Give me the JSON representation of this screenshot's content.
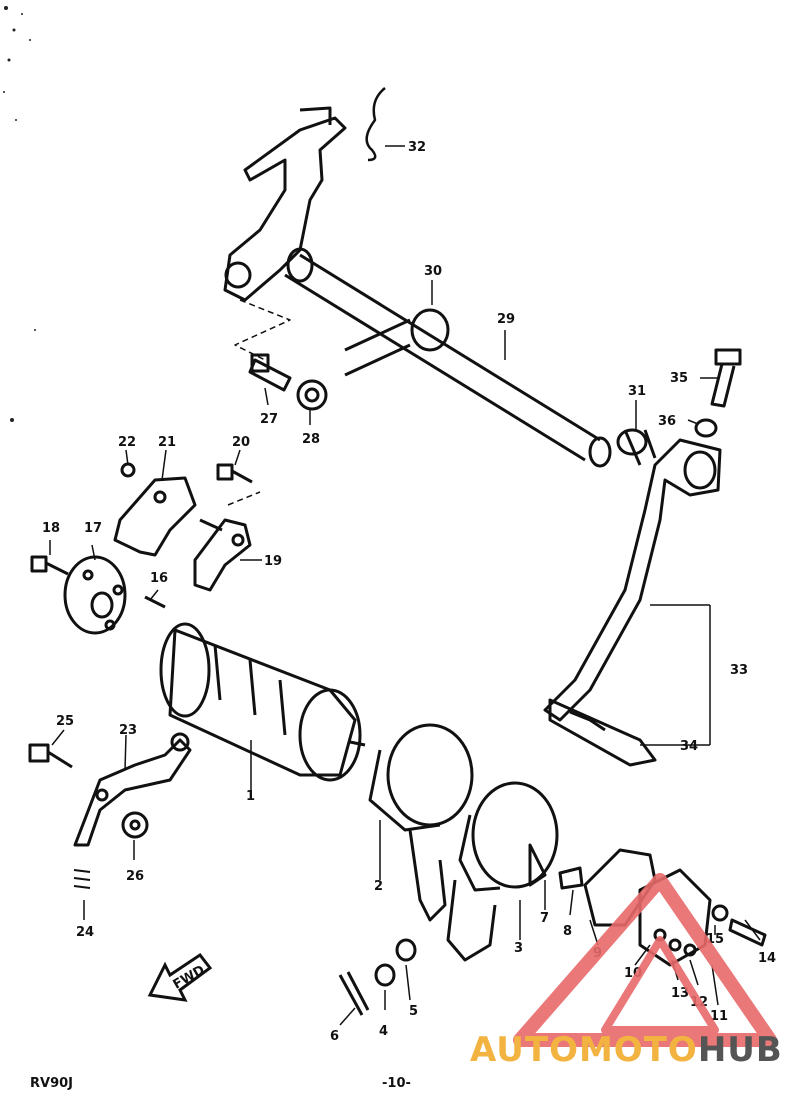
{
  "header_text": "",
  "parts": [
    "1",
    "2",
    "3",
    "4",
    "5",
    "6",
    "7",
    "8",
    "9",
    "10",
    "11",
    "12",
    "13",
    "14",
    "15",
    "16",
    "17",
    "18",
    "19",
    "20",
    "21",
    "22",
    "23",
    "24",
    "25",
    "26",
    "27",
    "28",
    "29",
    "30",
    "31",
    "32",
    "33",
    "34",
    "35",
    "36"
  ],
  "fwd_label": "FWD",
  "footer": {
    "model": "RV90J",
    "page": "-10-"
  },
  "watermark": {
    "part1": "AUTOMOTO",
    "part2": "HUB"
  },
  "colors": {
    "ink": "#111111",
    "watermark_triangle": "#e86a6a",
    "watermark_orange": "#f3b340",
    "watermark_gray": "#555555"
  }
}
